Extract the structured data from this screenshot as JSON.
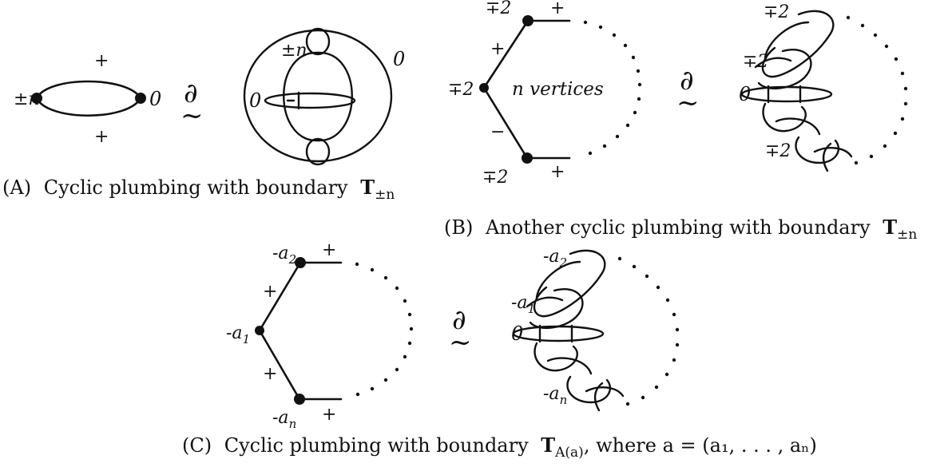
{
  "panel_a": {
    "graph": {
      "left_weight": "±n",
      "right_weight": "0",
      "top_sign": "+",
      "bottom_sign": "+"
    },
    "diffeo_symbol": "∂",
    "diffeo_tilde": "~",
    "link": {
      "outer_label": "0",
      "inner_label": "±n",
      "left_label": "0"
    },
    "caption_tag": "(A)",
    "caption_text": "Cyclic plumbing with boundary",
    "caption_math": "T",
    "caption_sub": "±n"
  },
  "panel_b": {
    "graph": {
      "top_weight": "∓2",
      "left_weight": "∓2",
      "bottom_weight": "∓2",
      "top_sign": "+",
      "left_upper_sign": "+",
      "left_lower_sign": "−",
      "bottom_sign": "+",
      "center_text": "n vertices"
    },
    "diffeo_symbol": "∂",
    "diffeo_tilde": "~",
    "link": {
      "top_label": "∓2",
      "mid_label": "∓2",
      "zero_label": "0",
      "bottom_label": "∓2"
    },
    "caption_tag": "(B)",
    "caption_text": "Another cyclic plumbing with boundary",
    "caption_math": "T",
    "caption_sub": "±n"
  },
  "panel_c": {
    "graph": {
      "top_weight": "-a",
      "top_weight_sub": "2",
      "left_weight": "-a",
      "left_weight_sub": "1",
      "bottom_weight": "-a",
      "bottom_weight_sub": "n",
      "top_sign": "+",
      "left_upper_sign": "+",
      "left_lower_sign": "+",
      "bottom_sign": "+"
    },
    "diffeo_symbol": "∂",
    "diffeo_tilde": "~",
    "link": {
      "top_label": "-a",
      "top_sub": "2",
      "mid_label": "-a",
      "mid_sub": "1",
      "zero_label": "0",
      "bottom_label": "-a",
      "bottom_sub": "n"
    },
    "caption_tag": "(C)",
    "caption_text": "Cyclic plumbing with boundary",
    "caption_math": "T",
    "caption_sub": "A(a)",
    "caption_rest": ", where a = (a₁, . . . , aₙ)"
  }
}
